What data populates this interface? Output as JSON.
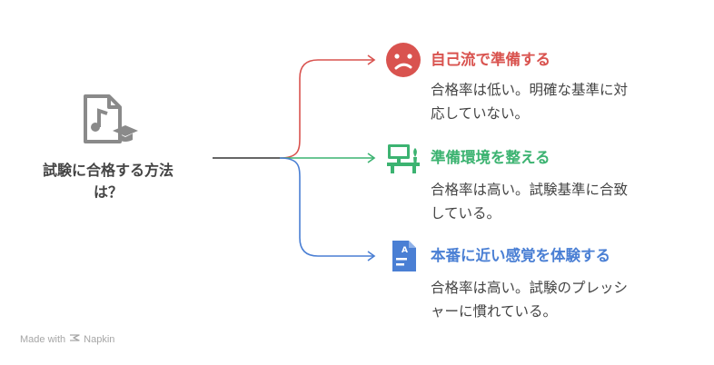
{
  "central": {
    "title": "試験に合格する方法\nは？",
    "icon": "music-file-graduation-icon",
    "line_color": "#333333"
  },
  "branches": [
    {
      "title": "自己流で準備する",
      "description": "合格率は低い。明確な基準に対\n応していない。",
      "icon": "sad-face-icon",
      "color": "#d9534f"
    },
    {
      "title": "準備環境を整える",
      "description": "合格率は高い。試験基準に合致\nしている。",
      "icon": "desk-plant-icon",
      "color": "#3cb371"
    },
    {
      "title": "本番に近い感覚を体験する",
      "description": "合格率は高い。試験のプレッシ\nャーに慣れている。",
      "icon": "graded-paper-icon",
      "color": "#4a7fd4"
    }
  ],
  "footer": {
    "text": "Made with",
    "brand": "Napkin",
    "icon": "napkin-logo-icon"
  }
}
